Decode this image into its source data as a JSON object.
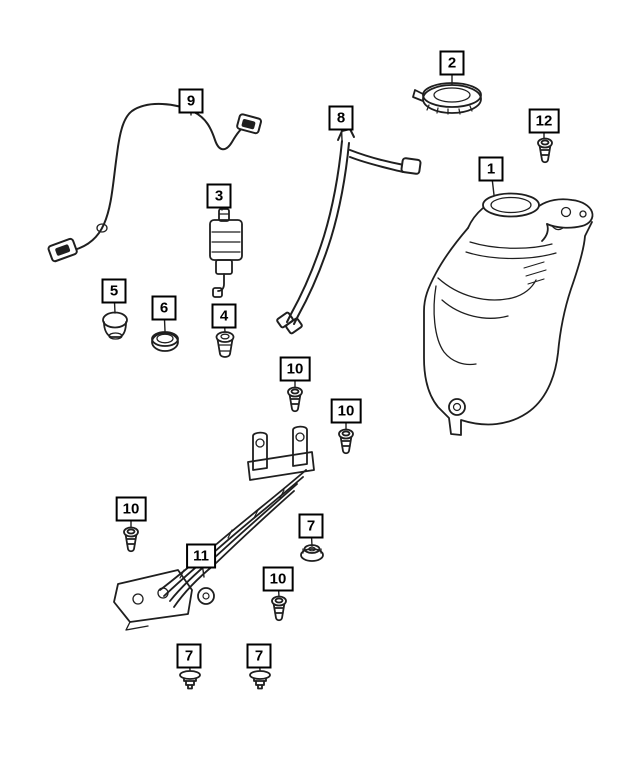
{
  "colors": {
    "background": "#ffffff",
    "line": "#1f1f1f",
    "callout-border": "#000000",
    "callout-text": "#000000"
  },
  "callouts": [
    {
      "label": "9"
    },
    {
      "label": "2"
    },
    {
      "label": "12"
    },
    {
      "label": "1"
    },
    {
      "label": "8"
    },
    {
      "label": "3"
    },
    {
      "label": "5"
    },
    {
      "label": "6"
    },
    {
      "label": "4"
    },
    {
      "label": "10"
    },
    {
      "label": "10"
    },
    {
      "label": "10"
    },
    {
      "label": "11"
    },
    {
      "label": "7"
    },
    {
      "label": "10"
    },
    {
      "label": "7"
    },
    {
      "label": "7"
    }
  ]
}
